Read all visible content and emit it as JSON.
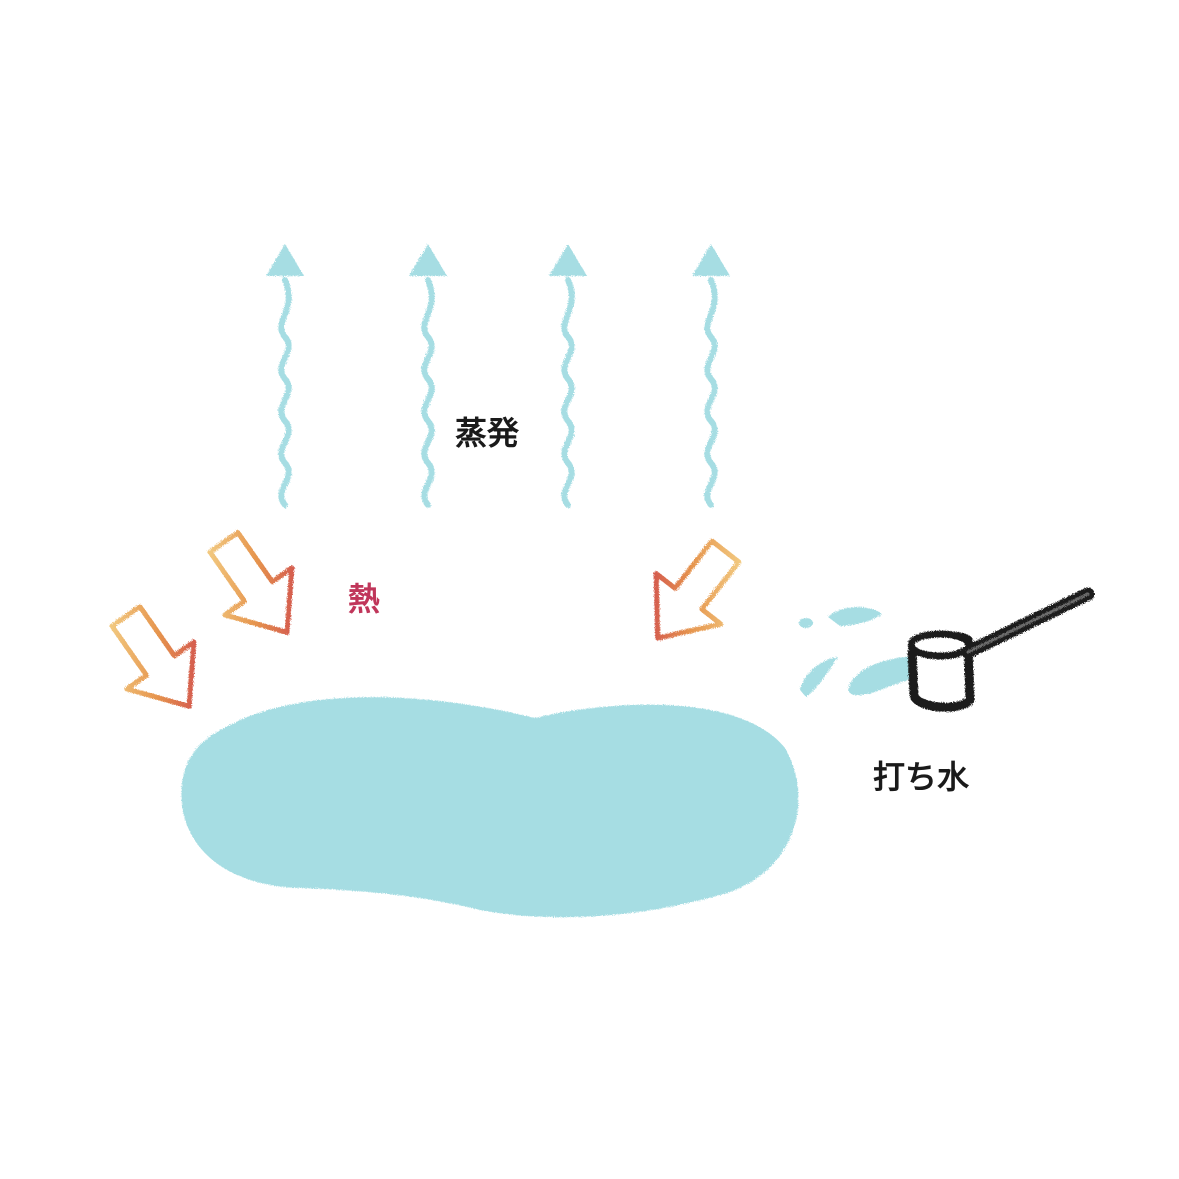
{
  "labels": {
    "evaporation": "蒸発",
    "heat": "熱",
    "uchimizu": "打ち水"
  },
  "colors": {
    "water": "#a6dde3",
    "vapor": "#a6dde3",
    "heat_start": "#f6dc92",
    "heat_end": "#c8334f",
    "ladle": "#1e1e1e",
    "text": "#1a1a1a",
    "heat_text": "#c0365a"
  }
}
